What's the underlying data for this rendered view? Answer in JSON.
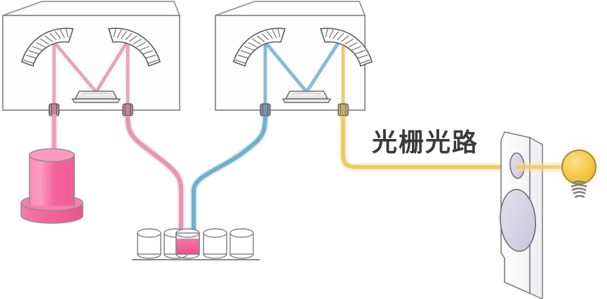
{
  "diagram": {
    "title": "光栅光路",
    "type": "optical-instrument-schematic",
    "annotations": {
      "grating_path_label": "光栅光路"
    },
    "colors": {
      "pink_beam": "#E99FB6",
      "pink_beam_strong": "#E27C9E",
      "blue_beam": "#7FB8D4",
      "yellow_beam": "#F2C96B",
      "yellow_beam_light": "#F6DFA0",
      "lamp_pink_body": "#F4649A",
      "lamp_pink_light": "#F98BB4",
      "lamp_pink_base": "#EF5F96",
      "bulb_yellow": "#F6C53C",
      "bulb_yellow_light": "#FAD96E",
      "panel_lens": "#D7D4E6",
      "outline_gray": "#8A8A8A",
      "outline_dark": "#555555",
      "text_gray": "#3A3A3A",
      "background": "#FFFFFF"
    },
    "modules": [
      {
        "name": "spectrometer-box-left",
        "label": "",
        "beam_color": "#E99FB6",
        "components": [
          "grating-arc-left",
          "grating-arc-right",
          "center-mirror",
          "fiber-port-left",
          "fiber-port-right"
        ]
      },
      {
        "name": "spectrometer-box-right",
        "label": "",
        "beam_color_in": "#7FB8D4",
        "beam_color_out": "#F2C96B",
        "components": [
          "grating-arc-left",
          "grating-arc-right",
          "center-mirror",
          "fiber-port-left",
          "fiber-port-right"
        ]
      }
    ],
    "devices": [
      {
        "name": "light-source-lamp",
        "kind": "cylindrical-lamp",
        "color": "#F4649A",
        "connected_fiber": "pink"
      },
      {
        "name": "sample-vial-rack",
        "kind": "vial-row",
        "vial_count": 5,
        "filled_index": 2,
        "filled_color": "#F4649A"
      },
      {
        "name": "optical-panel",
        "kind": "slit-panel",
        "aperture_count": 2,
        "lens_color": "#D7D4E6"
      },
      {
        "name": "incandescent-bulb",
        "kind": "light-bulb",
        "color": "#F6C53C",
        "connected_fiber": "yellow"
      }
    ],
    "fibers": [
      {
        "name": "fiber-pink-source",
        "color": "#E99FB6",
        "from": "light-source-lamp",
        "to": "spectrometer-box-left.port-left"
      },
      {
        "name": "fiber-pink-sample",
        "color": "#E99FB6",
        "from": "spectrometer-box-left.port-right",
        "to": "sample-vial-rack.vial-3"
      },
      {
        "name": "fiber-blue-sample",
        "color": "#7FB8D4",
        "from": "sample-vial-rack.vial-3",
        "to": "spectrometer-box-right.port-left"
      },
      {
        "name": "fiber-yellow-panel",
        "color": "#F2C96B",
        "from": "spectrometer-box-right.port-right",
        "to": "optical-panel"
      }
    ]
  }
}
